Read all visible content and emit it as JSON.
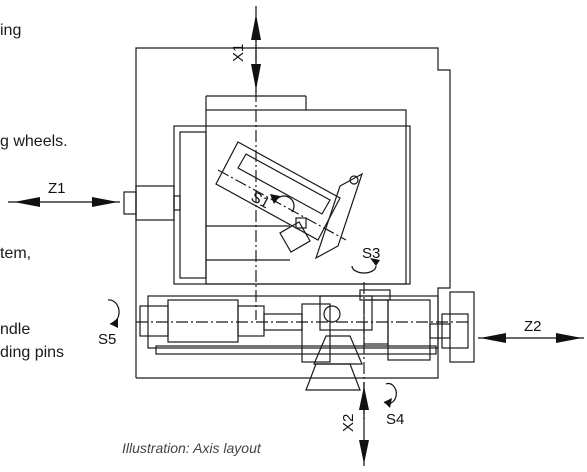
{
  "text_fragments": {
    "f1": "ing",
    "f2": "g wheels.",
    "f3": "tem,",
    "f4": "ndle",
    "f5": "ding pins"
  },
  "axes": {
    "x1": "X1",
    "x2": "X2",
    "z1": "Z1",
    "z2": "Z2",
    "s1": "S1",
    "s3": "S3",
    "s4": "S4",
    "s5": "S5"
  },
  "caption": "Illustration: Axis layout"
}
